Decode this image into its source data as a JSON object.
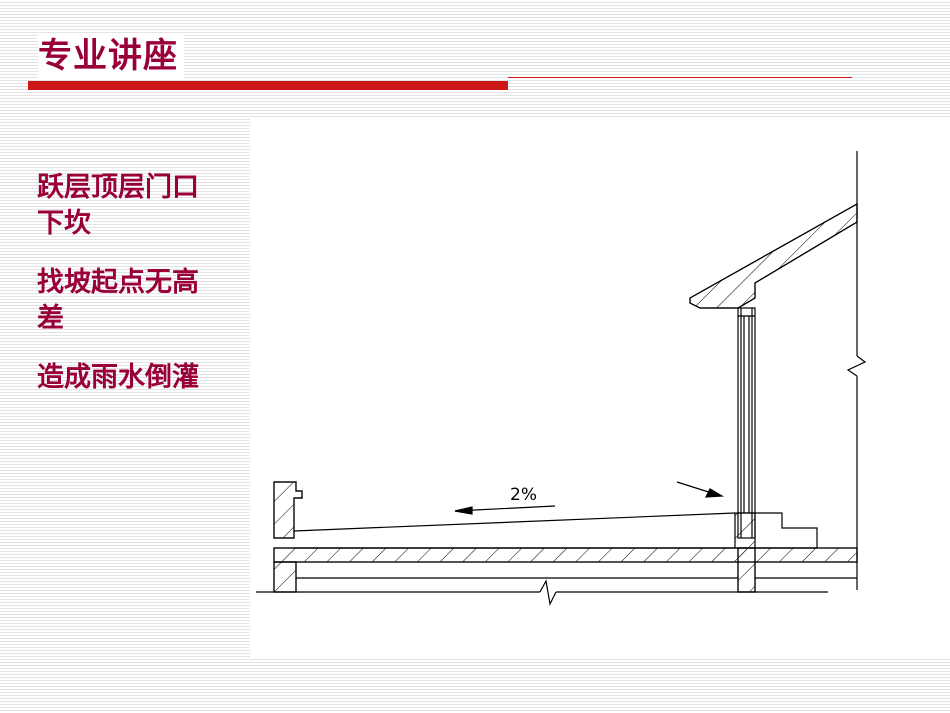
{
  "slide": {
    "title": "专业讲座",
    "bullets": [
      "跃层顶层门口下坎",
      "找坡起点无高差",
      "造成雨水倒灌"
    ],
    "colors": {
      "title": "#99003a",
      "rule": "#cc1818",
      "background_stripe": "#e3e3e3"
    }
  },
  "drawing": {
    "slope_label": "2%"
  }
}
